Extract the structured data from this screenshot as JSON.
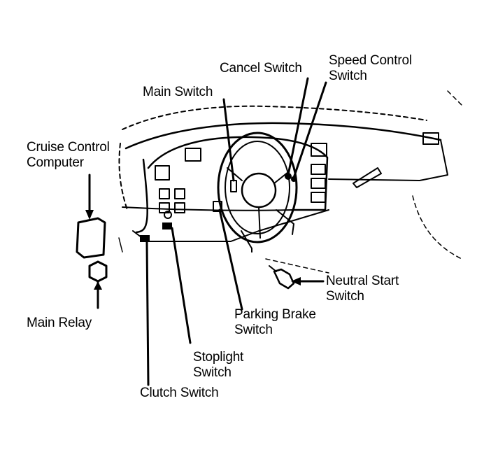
{
  "labels": {
    "cancel_switch": "Cancel Switch",
    "speed_control_line1": "Speed Control",
    "speed_control_line2": "Switch",
    "main_switch": "Main Switch",
    "cruise_line1": "Cruise Control",
    "cruise_line2": "Computer",
    "main_relay": "Main Relay",
    "neutral_line1": "Neutral Start",
    "neutral_line2": "Switch",
    "parking_line1": "Parking Brake",
    "parking_line2": "Switch",
    "stoplight_line1": "Stoplight",
    "stoplight_line2": "Switch",
    "clutch_switch": "Clutch Switch"
  }
}
